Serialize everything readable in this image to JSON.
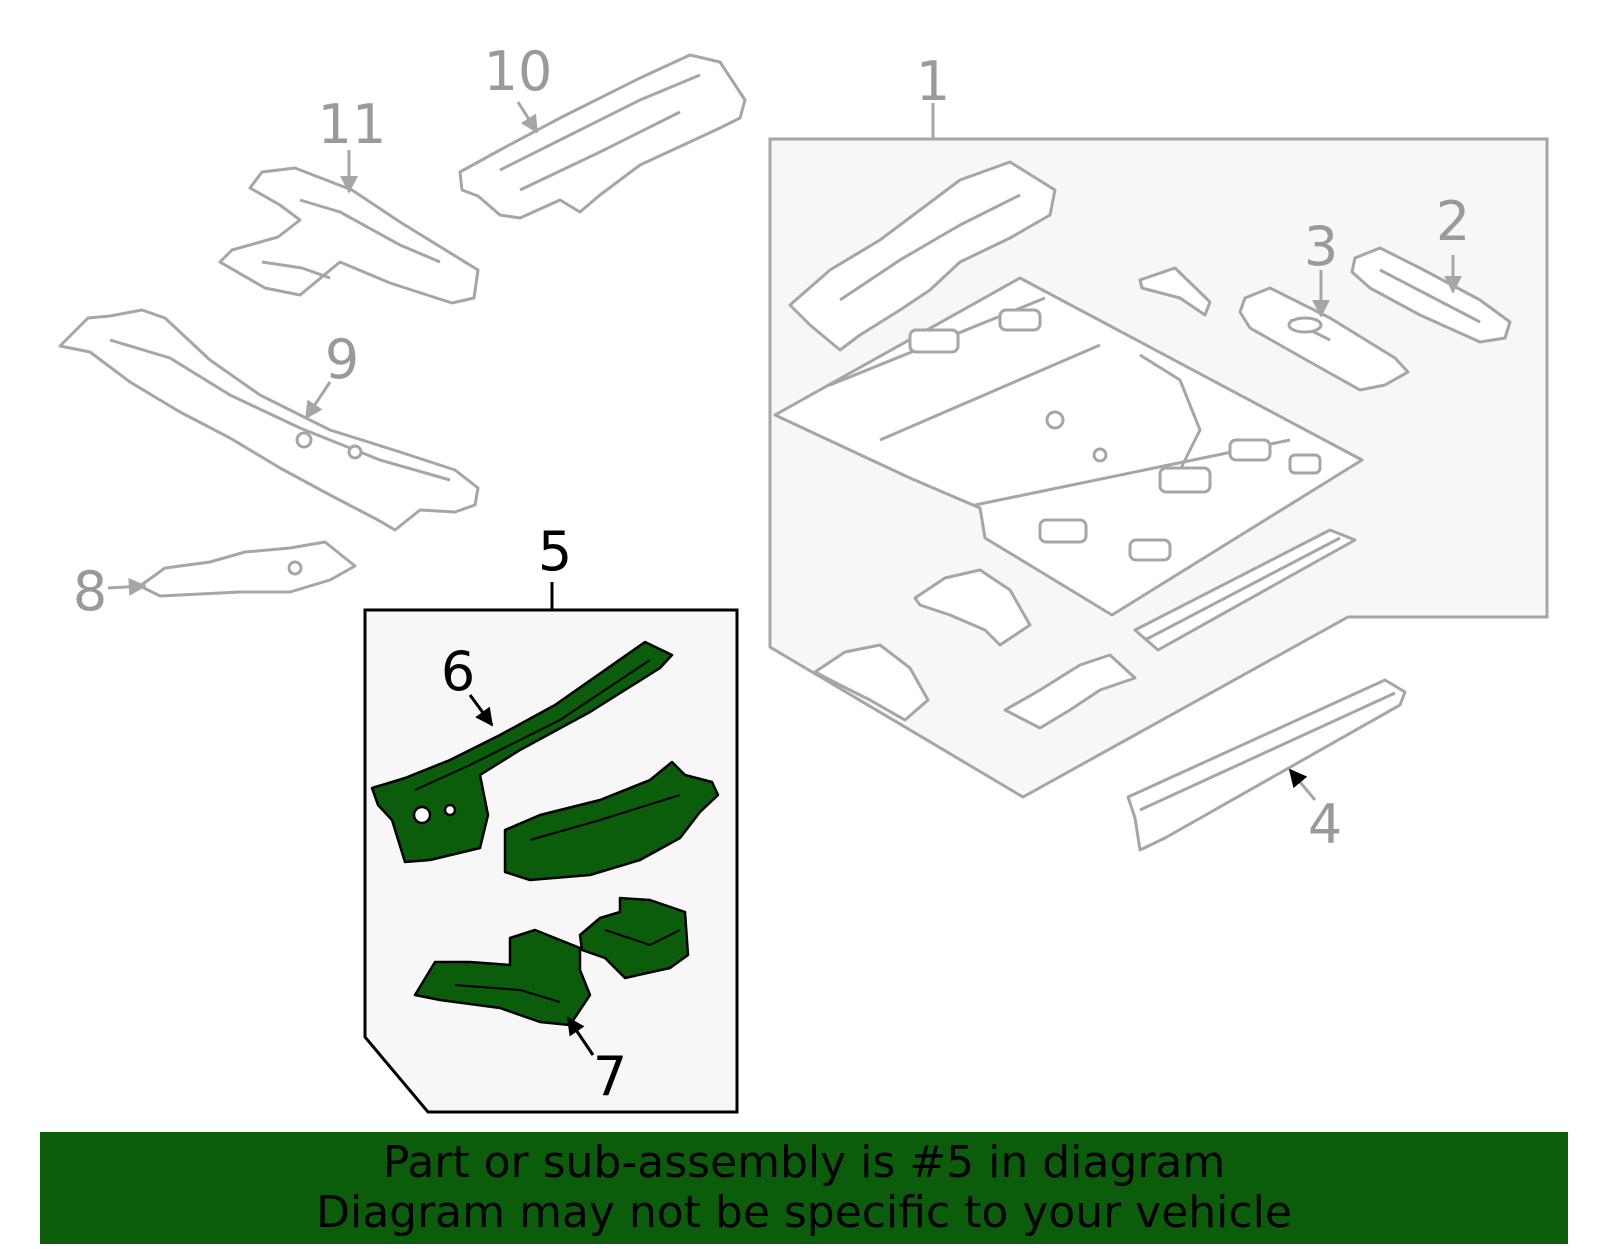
{
  "callouts": {
    "c1": "1",
    "c2": "2",
    "c3": "3",
    "c4": "4",
    "c5": "5",
    "c6": "6",
    "c7": "7",
    "c8": "8",
    "c9": "9",
    "c10": "10",
    "c11": "11"
  },
  "banner": {
    "line1": "Part or sub-assembly is #5 in diagram",
    "line2": "Diagram may not be specific to your vehicle"
  },
  "colors": {
    "highlight_fill": "#0b5c0b",
    "faded_line": "#a6a6a6",
    "panel_fill": "#f7f7f7",
    "banner_bg": "#0b5c0b"
  }
}
